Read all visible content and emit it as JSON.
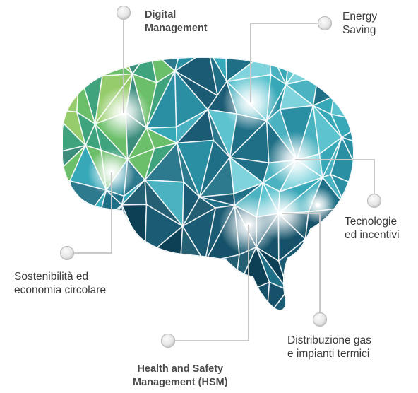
{
  "topics": {
    "digital": {
      "line1": "Digital",
      "line2": "Management"
    },
    "energy": {
      "line1": "Energy",
      "line2": "Saving"
    },
    "tecnologie": {
      "line1": "Tecnologie",
      "line2": "ed incentivi"
    },
    "sostenibilita": {
      "line1": "Sostenibilità ed",
      "line2": "economia circolare"
    },
    "distribuzione": {
      "line1": "Distribuzione gas",
      "line2": "e impianti termici"
    },
    "hsm": {
      "line1": "Health and Safety",
      "line2": "Management (HSM)"
    }
  },
  "colors": {
    "palette": [
      "#1f6f86",
      "#2a8fa3",
      "#37a8b8",
      "#5cc3cf",
      "#1b5b73",
      "#3fa37e",
      "#6cbf6a",
      "#96cc6b",
      "#155269",
      "#0d3f55",
      "#2d7a8e",
      "#4ab2c0",
      "#7fd3dc",
      "#245f73",
      "#3c8d7c"
    ],
    "connector": "#c9c9c9",
    "node": "#e9e9e9"
  }
}
